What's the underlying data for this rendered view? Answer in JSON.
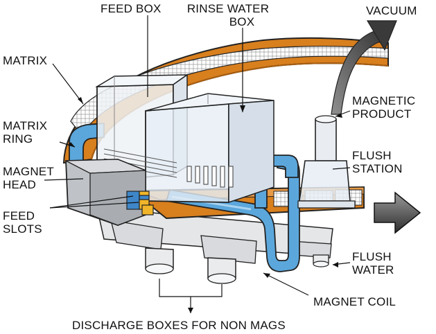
{
  "labels": {
    "feed_box": "FEED BOX",
    "rinse_water_box_line1": "RINSE WATER",
    "rinse_water_box_line2": "BOX",
    "vacuum": "VACUUM",
    "matrix": "MATRIX",
    "magnetic_product_line1": "MAGNETIC",
    "magnetic_product_line2": "PRODUCT",
    "matrix_ring_line1": "MATRIX",
    "matrix_ring_line2": "RING",
    "flush_station_line1": "FLUSH",
    "flush_station_line2": "STATION",
    "magnet_head_line1": "MAGNET",
    "magnet_head_line2": "HEAD",
    "feed_slots_line1": "FEED",
    "feed_slots_line2": "SLOTS",
    "flush_water_line1": "FLUSH",
    "flush_water_line2": "WATER",
    "magnet_coil": "MAGNET COIL",
    "discharge_boxes": "DISCHARGE BOXES FOR NON MAGS"
  },
  "colors": {
    "matrix_ring": "#d87f1e",
    "matrix_ring_dark": "#a85e10",
    "magnet_coil": "#5ba7dc",
    "magnet_coil_dark": "#2f6f9e",
    "feed_box_glass": "#e6edf5",
    "magnet_head": "#bfc2c6",
    "feed_slot_blue": "#3e86c8",
    "feed_slot_yellow": "#f0b52a",
    "arrow": "#111111",
    "vacuum_arrow": "#555555"
  }
}
